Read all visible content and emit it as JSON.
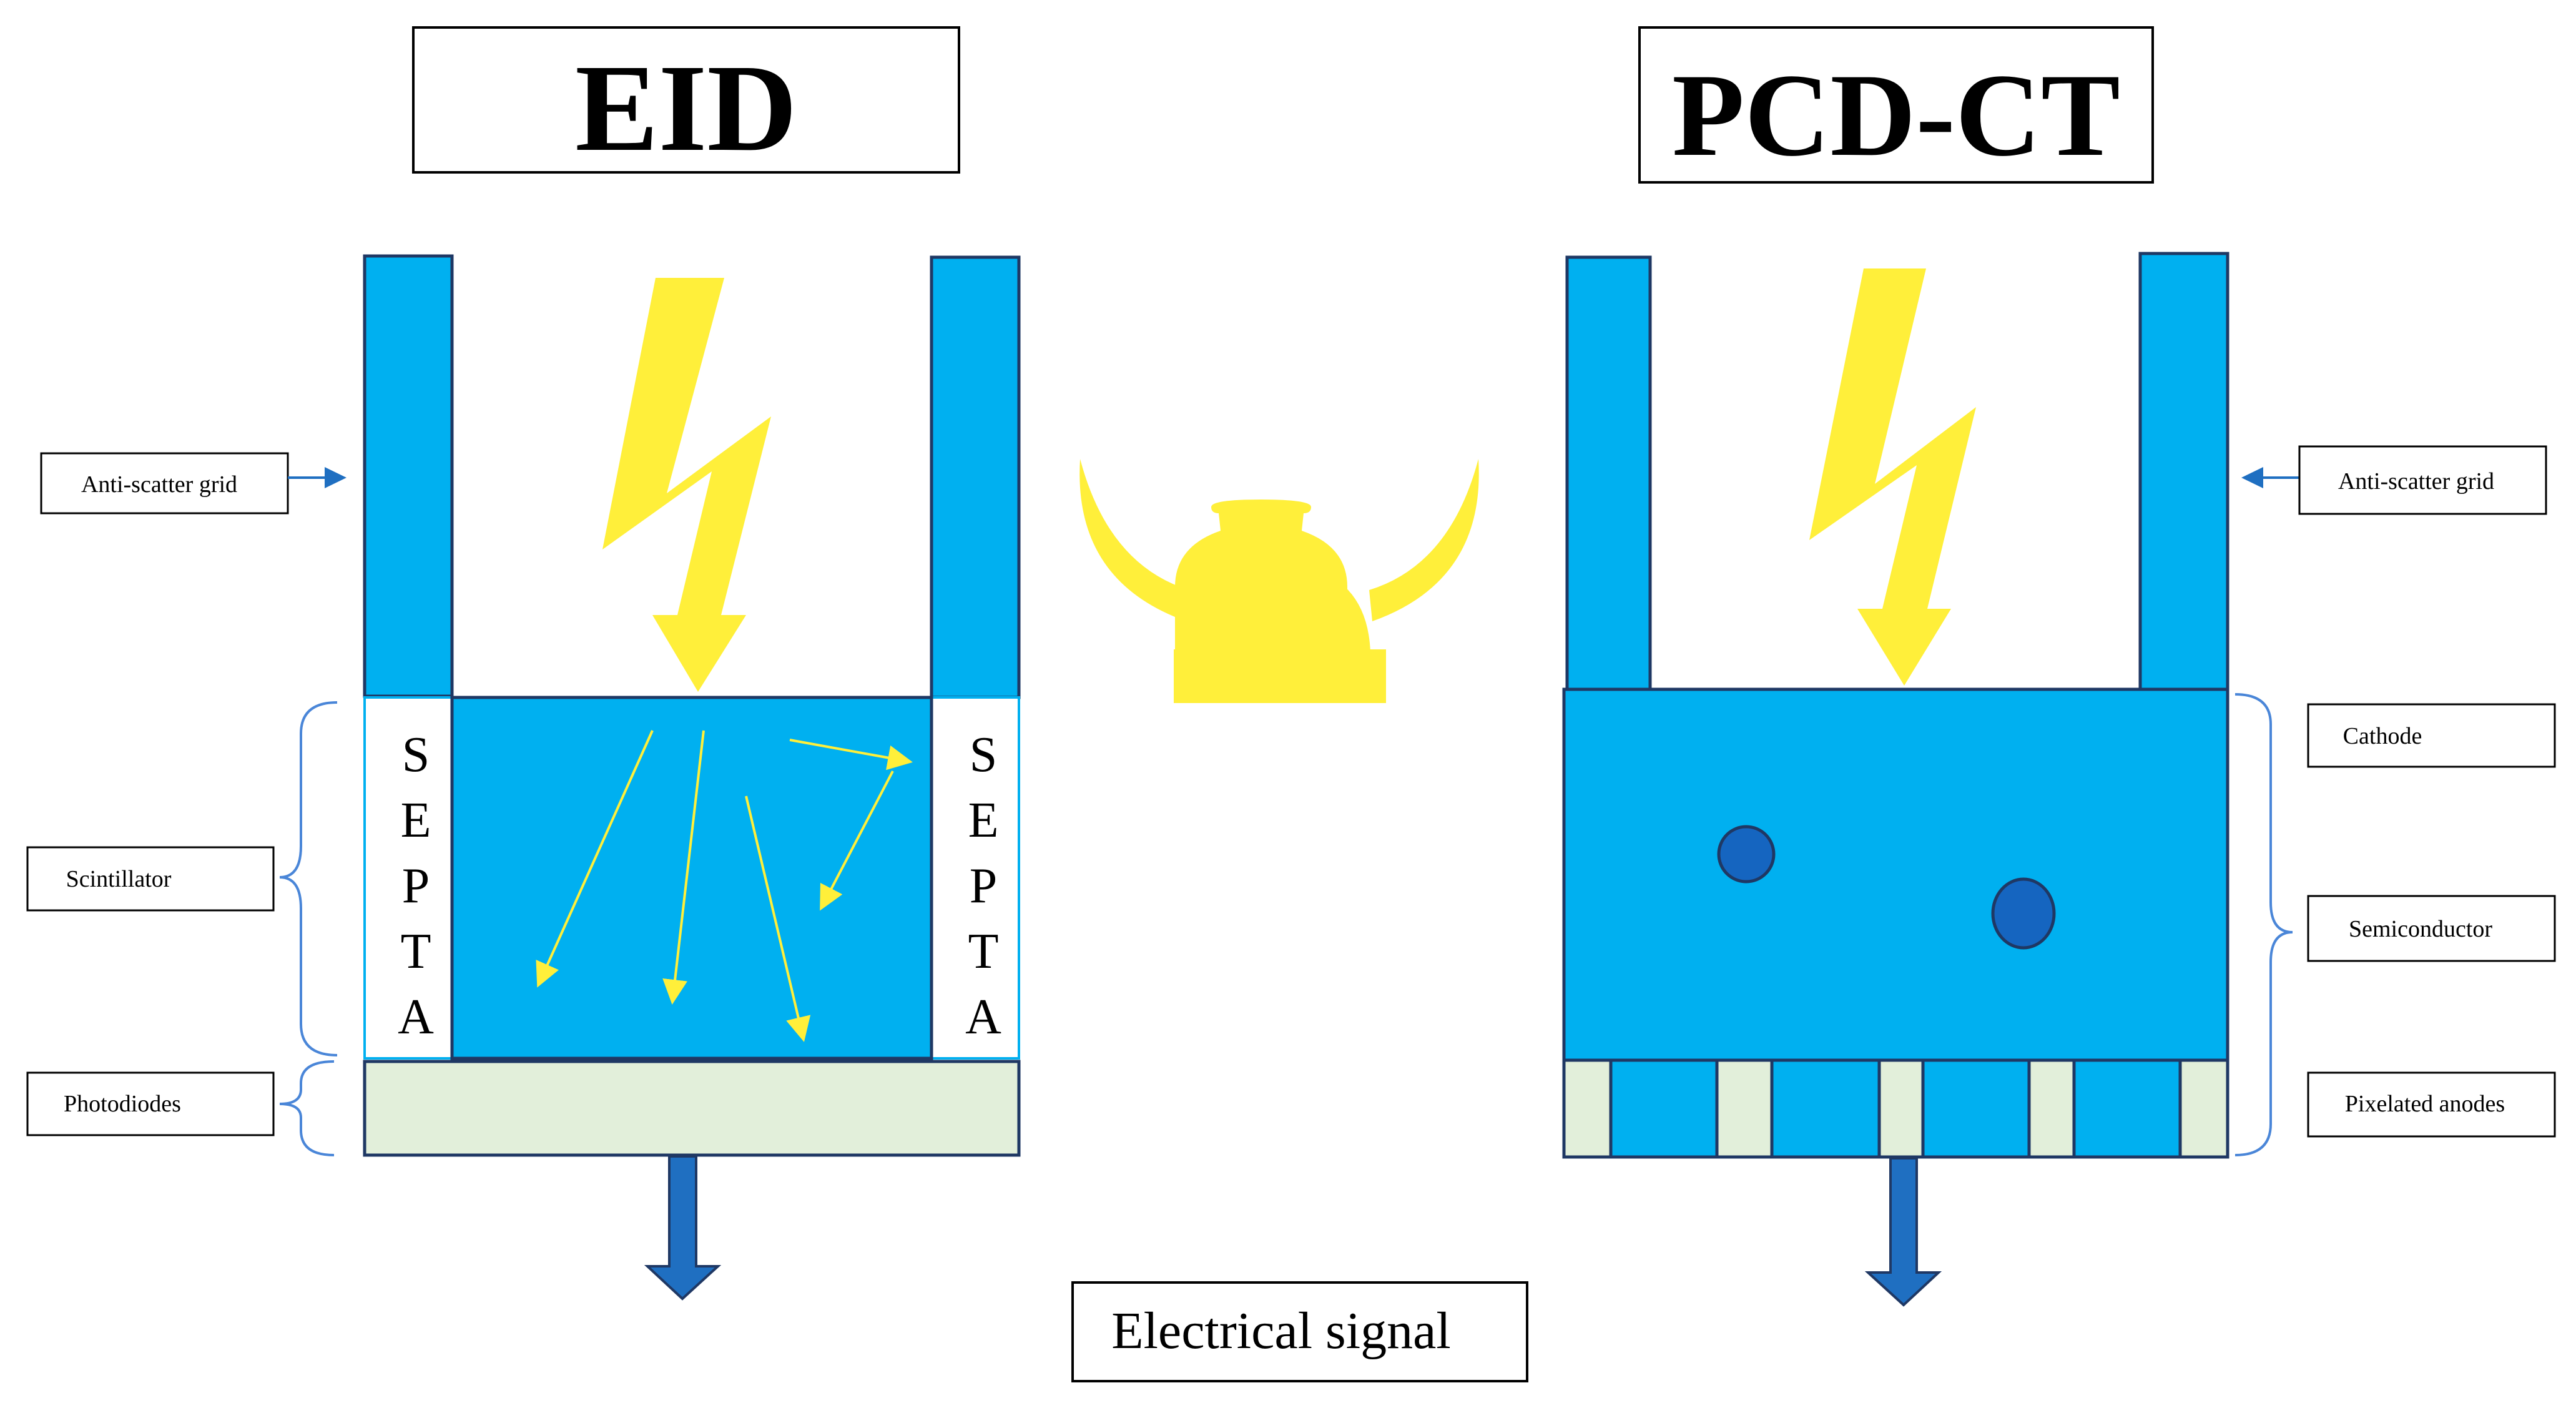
{
  "titles": {
    "left": "EID",
    "right": "PCD-CT"
  },
  "labels": {
    "left": {
      "anti_scatter": "Anti-scatter grid",
      "scintillator": "Scintillator",
      "photodiodes": "Photodiodes"
    },
    "right": {
      "anti_scatter": "Anti-scatter grid",
      "cathode": "Cathode",
      "semiconductor": "Semiconductor",
      "pixelated_anodes": "Pixelated anodes"
    },
    "bottom": "Electrical signal"
  },
  "septa": [
    "S",
    "E",
    "P",
    "T",
    "A"
  ],
  "icons": [
    "lightning-bolt-icon",
    "viking-helmet-icon",
    "down-arrow-icon",
    "right-arrow-icon",
    "left-arrow-icon"
  ],
  "colors": {
    "grid_blue": "#00b0f0",
    "anode_blue": "#0070c0",
    "outline": "#1f3864",
    "photodiode_green": "#e2efda",
    "bolt_yellow": "#ffef3a",
    "signal_arrow": "#1f6fc1",
    "dot_blue": "#1565c0",
    "bracket_blue": "#4a86d8"
  }
}
